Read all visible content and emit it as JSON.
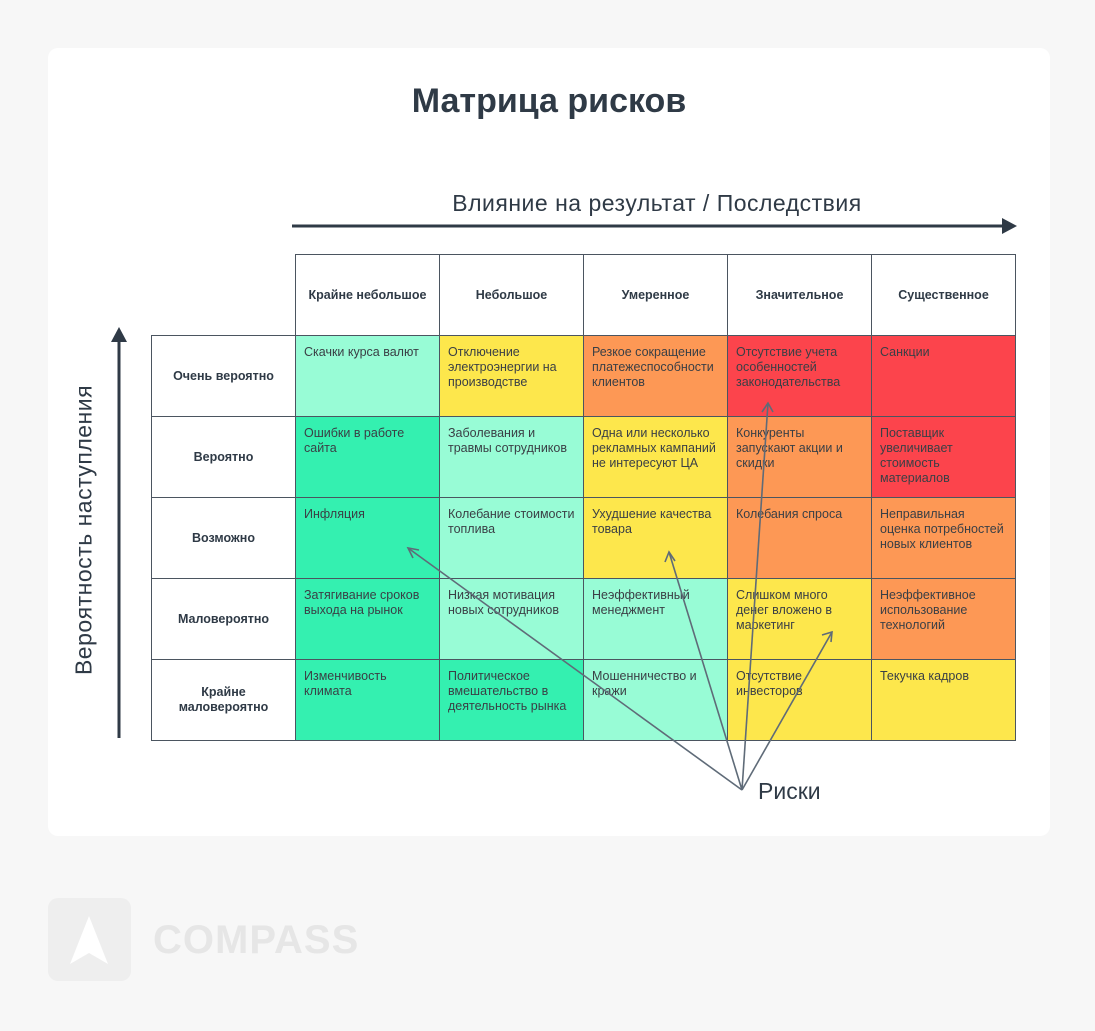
{
  "title": "Матрица рисков",
  "x_axis_label": "Влияние на результат / Последствия",
  "y_axis_label": "Вероятность наступления",
  "columns": [
    "Крайне небольшое",
    "Небольшое",
    "Умеренное",
    "Значительное",
    "Существенное"
  ],
  "rows": [
    {
      "label": "Очень вероятно",
      "cells": [
        {
          "text": "Скачки курса валют",
          "color": "#98fcd6"
        },
        {
          "text": "Отключение электроэнергии на производстве",
          "color": "#fde74c"
        },
        {
          "text": "Резкое сокращение платежеспособности клиентов",
          "color": "#fd9855"
        },
        {
          "text": "Отсутствие учета особенностей законодательства",
          "color": "#fc444c"
        },
        {
          "text": "Санкции",
          "color": "#fc444c"
        }
      ]
    },
    {
      "label": "Вероятно",
      "cells": [
        {
          "text": "Ошибки в работе сайта",
          "color": "#34f0b0"
        },
        {
          "text": "Заболевания и травмы сотрудников",
          "color": "#98fcd6"
        },
        {
          "text": "Одна или несколько рекламных кампаний не интересуют ЦА",
          "color": "#fde74c"
        },
        {
          "text": "Конкуренты запускают акции и скидки",
          "color": "#fd9855"
        },
        {
          "text": "Поставщик увеличивает стоимость материалов",
          "color": "#fc444c"
        }
      ]
    },
    {
      "label": "Возможно",
      "cells": [
        {
          "text": "Инфляция",
          "color": "#34f0b0"
        },
        {
          "text": "Колебание стоимости топлива",
          "color": "#98fcd6"
        },
        {
          "text": "Ухудшение качества товара",
          "color": "#fde74c"
        },
        {
          "text": "Колебания спроса",
          "color": "#fd9855"
        },
        {
          "text": "Неправильная оценка потребностей новых клиентов",
          "color": "#fd9855"
        }
      ]
    },
    {
      "label": "Маловероятно",
      "cells": [
        {
          "text": "Затягивание сроков выхода на рынок",
          "color": "#34f0b0"
        },
        {
          "text": "Низкая мотивация новых сотрудников",
          "color": "#98fcd6"
        },
        {
          "text": "Неэффективный менеджмент",
          "color": "#98fcd6"
        },
        {
          "text": "Слишком много денег вложено в маркетинг",
          "color": "#fde74c"
        },
        {
          "text": "Неэффективное использование технологий",
          "color": "#fd9855"
        }
      ]
    },
    {
      "label": "Крайне маловероятно",
      "cells": [
        {
          "text": "Изменчивость климата",
          "color": "#34f0b0"
        },
        {
          "text": "Политическое вмешательство в деятельность рынка",
          "color": "#34f0b0"
        },
        {
          "text": "Мошенничество и кражи",
          "color": "#98fcd6"
        },
        {
          "text": "Отсутствие инвесторов",
          "color": "#fde74c"
        },
        {
          "text": "Текучка кадров",
          "color": "#fde74c"
        }
      ]
    }
  ],
  "risks_label": "Риски",
  "brand": "COMPASS"
}
